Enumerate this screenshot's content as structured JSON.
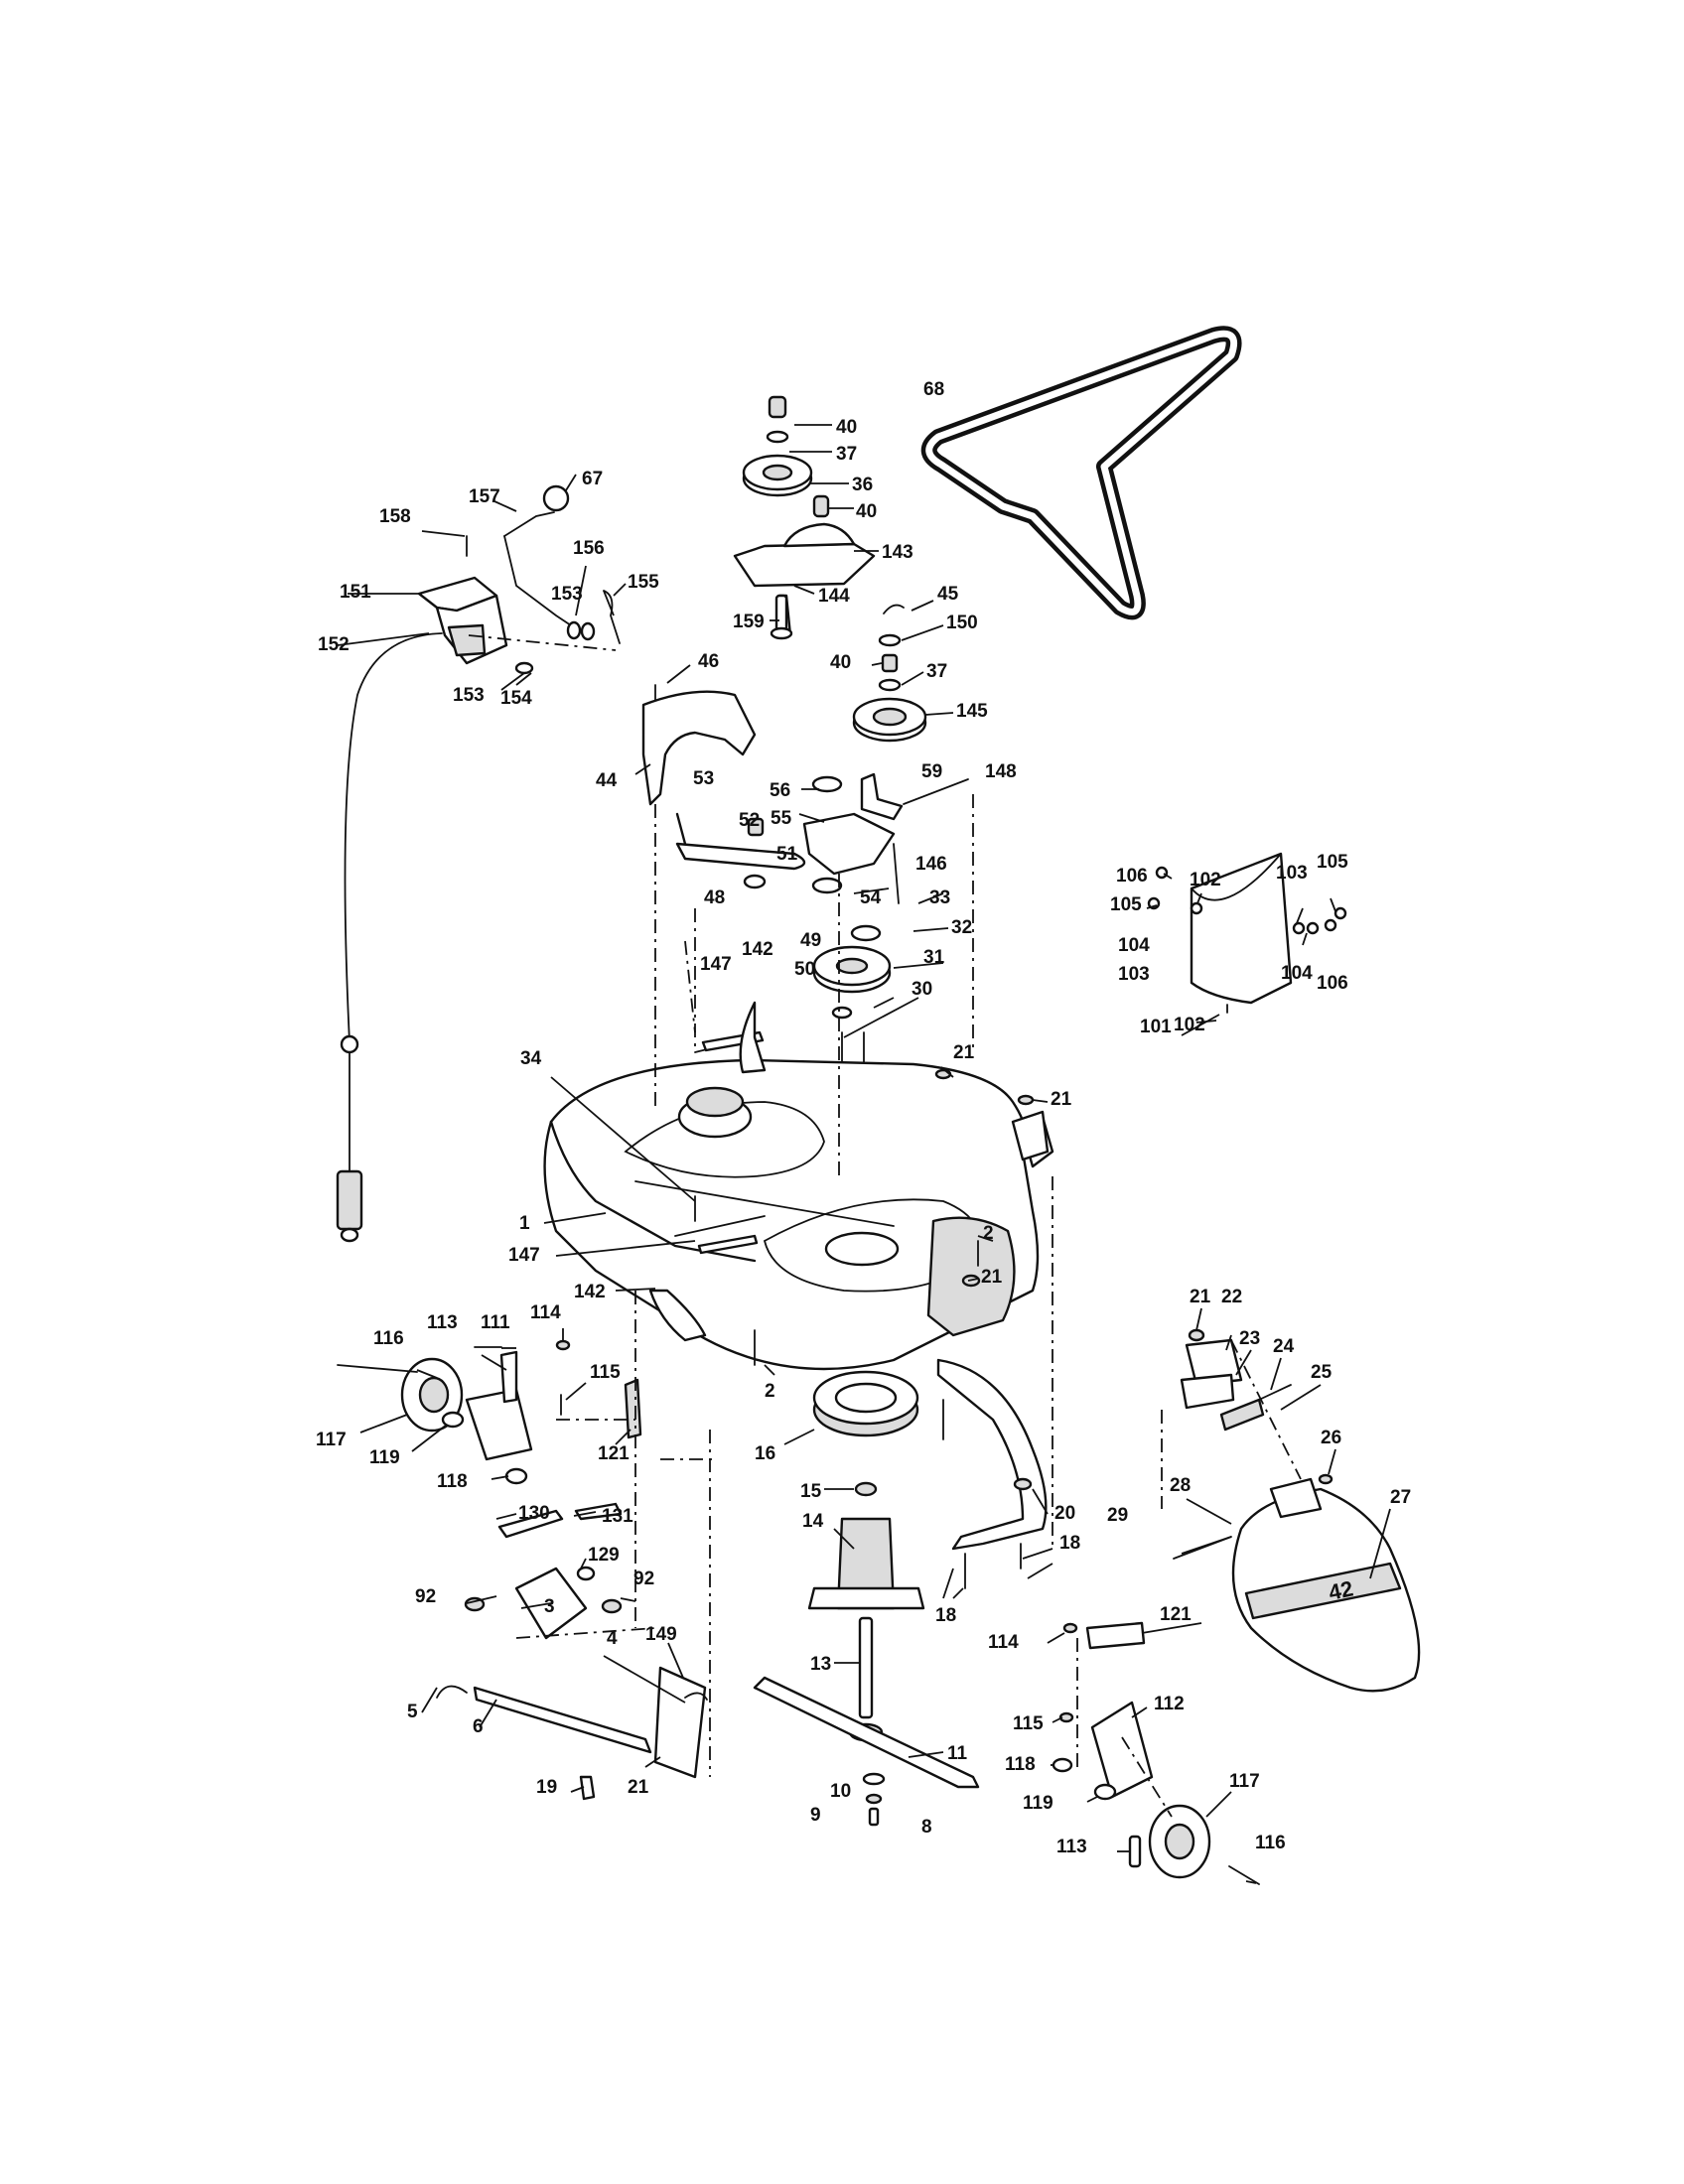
{
  "diagram": {
    "parts": [
      {
        "id": "p1",
        "number": "1"
      },
      {
        "id": "p2",
        "number": "2"
      },
      {
        "id": "p3",
        "number": "3"
      },
      {
        "id": "p4",
        "number": "4"
      },
      {
        "id": "p5",
        "number": "5"
      },
      {
        "id": "p6",
        "number": "6"
      },
      {
        "id": "p8",
        "number": "8"
      },
      {
        "id": "p9",
        "number": "9"
      },
      {
        "id": "p10",
        "number": "10"
      },
      {
        "id": "p11",
        "number": "11"
      },
      {
        "id": "p13",
        "number": "13"
      },
      {
        "id": "p14",
        "number": "14"
      },
      {
        "id": "p15",
        "number": "15"
      },
      {
        "id": "p16",
        "number": "16"
      },
      {
        "id": "p18",
        "number": "18"
      },
      {
        "id": "p19",
        "number": "19"
      },
      {
        "id": "p20",
        "number": "20"
      },
      {
        "id": "p21",
        "number": "21"
      },
      {
        "id": "p22",
        "number": "22"
      },
      {
        "id": "p23",
        "number": "23"
      },
      {
        "id": "p24",
        "number": "24"
      },
      {
        "id": "p25",
        "number": "25"
      },
      {
        "id": "p26",
        "number": "26"
      },
      {
        "id": "p27",
        "number": "27"
      },
      {
        "id": "p28",
        "number": "28"
      },
      {
        "id": "p29",
        "number": "29"
      },
      {
        "id": "p30",
        "number": "30"
      },
      {
        "id": "p31",
        "number": "31"
      },
      {
        "id": "p32",
        "number": "32"
      },
      {
        "id": "p33",
        "number": "33"
      },
      {
        "id": "p34",
        "number": "34"
      },
      {
        "id": "p36",
        "number": "36"
      },
      {
        "id": "p37",
        "number": "37"
      },
      {
        "id": "p40",
        "number": "40"
      },
      {
        "id": "p44",
        "number": "44"
      },
      {
        "id": "p45",
        "number": "45"
      },
      {
        "id": "p46",
        "number": "46"
      },
      {
        "id": "p48",
        "number": "48"
      },
      {
        "id": "p49",
        "number": "49"
      },
      {
        "id": "p50",
        "number": "50"
      },
      {
        "id": "p51",
        "number": "51"
      },
      {
        "id": "p52",
        "number": "52"
      },
      {
        "id": "p53",
        "number": "53"
      },
      {
        "id": "p54",
        "number": "54"
      },
      {
        "id": "p55",
        "number": "55"
      },
      {
        "id": "p56",
        "number": "56"
      },
      {
        "id": "p59",
        "number": "59"
      },
      {
        "id": "p67",
        "number": "67"
      },
      {
        "id": "p68",
        "number": "68"
      },
      {
        "id": "p92",
        "number": "92"
      },
      {
        "id": "p101",
        "number": "101"
      },
      {
        "id": "p102",
        "number": "102"
      },
      {
        "id": "p103",
        "number": "103"
      },
      {
        "id": "p104",
        "number": "104"
      },
      {
        "id": "p105",
        "number": "105"
      },
      {
        "id": "p106",
        "number": "106"
      },
      {
        "id": "p111",
        "number": "111"
      },
      {
        "id": "p112",
        "number": "112"
      },
      {
        "id": "p113",
        "number": "113"
      },
      {
        "id": "p114",
        "number": "114"
      },
      {
        "id": "p115",
        "number": "115"
      },
      {
        "id": "p116",
        "number": "116"
      },
      {
        "id": "p117",
        "number": "117"
      },
      {
        "id": "p118",
        "number": "118"
      },
      {
        "id": "p119",
        "number": "119"
      },
      {
        "id": "p121",
        "number": "121"
      },
      {
        "id": "p129",
        "number": "129"
      },
      {
        "id": "p130",
        "number": "130"
      },
      {
        "id": "p131",
        "number": "131"
      },
      {
        "id": "p142",
        "number": "142"
      },
      {
        "id": "p143",
        "number": "143"
      },
      {
        "id": "p144",
        "number": "144"
      },
      {
        "id": "p145",
        "number": "145"
      },
      {
        "id": "p146",
        "number": "146"
      },
      {
        "id": "p147",
        "number": "147"
      },
      {
        "id": "p148",
        "number": "148"
      },
      {
        "id": "p149",
        "number": "149"
      },
      {
        "id": "p150",
        "number": "150"
      },
      {
        "id": "p151",
        "number": "151"
      },
      {
        "id": "p152",
        "number": "152"
      },
      {
        "id": "p153",
        "number": "153"
      },
      {
        "id": "p154",
        "number": "154"
      },
      {
        "id": "p155",
        "number": "155"
      },
      {
        "id": "p156",
        "number": "156"
      },
      {
        "id": "p157",
        "number": "157"
      },
      {
        "id": "p158",
        "number": "158"
      },
      {
        "id": "p159",
        "number": "159"
      }
    ],
    "deflector_marking": "42"
  }
}
